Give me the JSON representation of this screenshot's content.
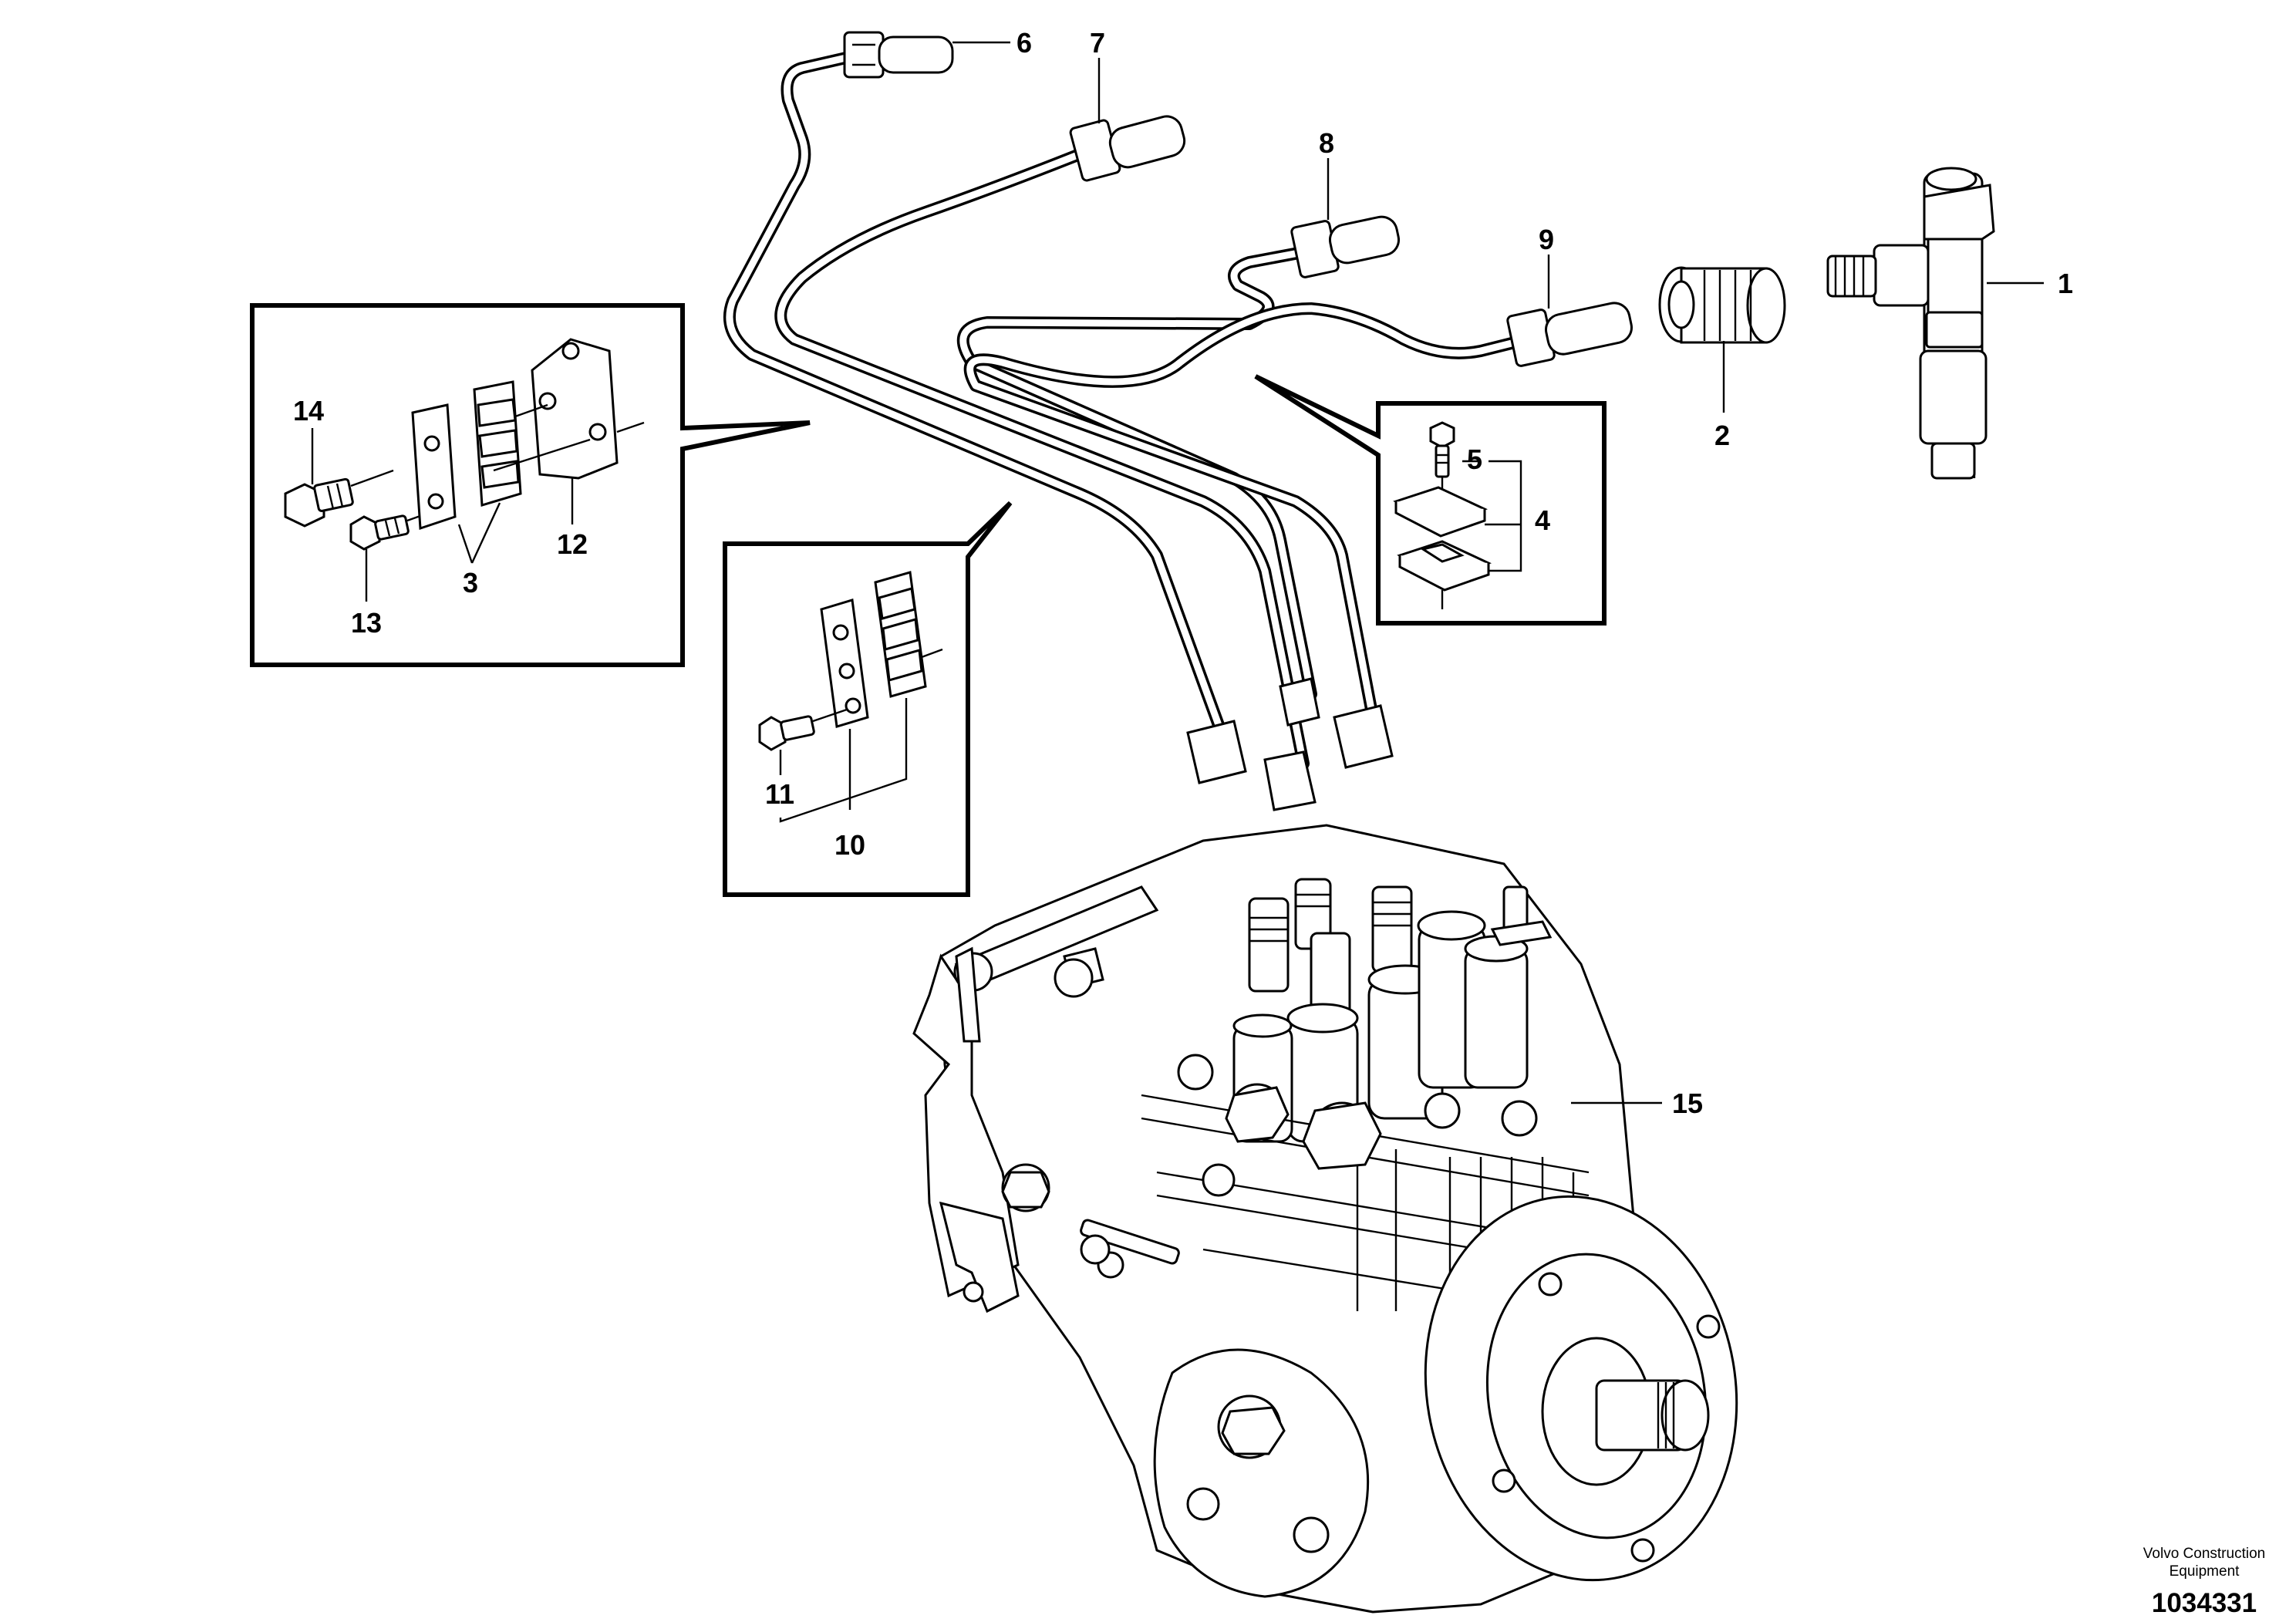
{
  "diagram": {
    "callouts": [
      {
        "id": "1",
        "text": "1"
      },
      {
        "id": "2",
        "text": "2"
      },
      {
        "id": "3",
        "text": "3"
      },
      {
        "id": "4",
        "text": "4"
      },
      {
        "id": "5",
        "text": "5"
      },
      {
        "id": "6",
        "text": "6"
      },
      {
        "id": "7",
        "text": "7"
      },
      {
        "id": "8",
        "text": "8"
      },
      {
        "id": "9",
        "text": "9"
      },
      {
        "id": "10",
        "text": "10"
      },
      {
        "id": "11",
        "text": "11"
      },
      {
        "id": "12",
        "text": "12"
      },
      {
        "id": "13",
        "text": "13"
      },
      {
        "id": "14",
        "text": "14"
      },
      {
        "id": "15",
        "text": "15"
      }
    ],
    "credit_line1": "Volvo Construction",
    "credit_line2": "Equipment",
    "reference_number": "1034331"
  }
}
